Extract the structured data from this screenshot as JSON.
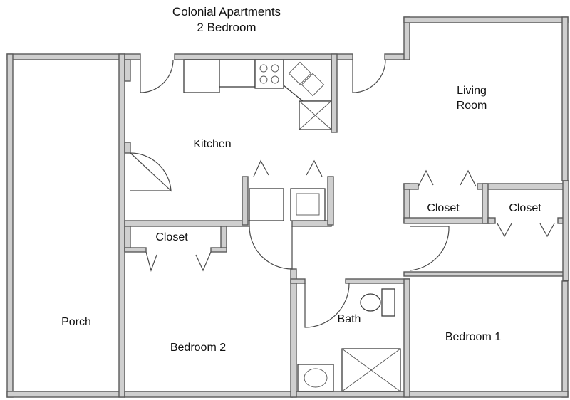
{
  "title": {
    "line1": "Colonial Apartments",
    "line2": "2 Bedroom"
  },
  "rooms": {
    "porch": "Porch",
    "kitchen": "Kitchen",
    "living_room_line1": "Living",
    "living_room_line2": "Room",
    "closet_kitchen": "Closet",
    "closet_living": "Closet",
    "closet_bedroom2": "Closet",
    "bedroom2": "Bedroom 2",
    "bath": "Bath",
    "bedroom1": "Bedroom 1"
  },
  "colors": {
    "wall": "#cfcfcf",
    "wall_outline": "#5a5a5a",
    "text": "#111111"
  }
}
